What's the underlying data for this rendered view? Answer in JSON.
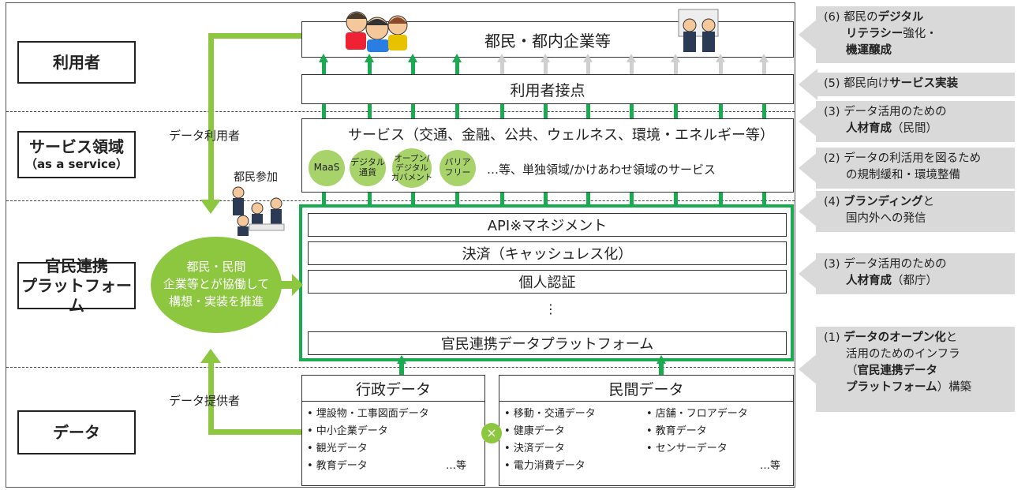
{
  "row_labels": {
    "users": "利用者",
    "service_main": "サービス領域",
    "service_sub": "（as a service）",
    "platform_line1": "官民連携",
    "platform_line2": "プラットフォーム",
    "data": "データ"
  },
  "top": {
    "citizens": "都民・都内企業等",
    "touchpoint": "利用者接点"
  },
  "services": {
    "title": "サービス（交通、金融、公共、ウェルネス、環境・エネルギー等）",
    "circles": [
      "MaaS",
      "デジタル\n通貨",
      "オープン/\nデジタル\nガバメント",
      "バリア\nフリー"
    ],
    "tail": "…等、単独領域/かけあわせ領域のサービス"
  },
  "platform": {
    "layers": [
      "API※マネジメント",
      "決済（キャッシュレス化）",
      "個人認証",
      "⋮",
      "官民連携データプラットフォーム"
    ]
  },
  "left": {
    "data_user": "データ利用者",
    "citizen_participation": "都民参加",
    "data_provider": "データ提供者",
    "ellipse_lines": [
      "都民・民間",
      "企業等とが協働して",
      "構想・実装を推進"
    ]
  },
  "gov_data": {
    "title": "行政データ",
    "items": [
      "• 埋設物・工事図面データ",
      "• 中小企業データ",
      "• 観光データ",
      "• 教育データ"
    ],
    "etc": "…等"
  },
  "private_data": {
    "title": "民間データ",
    "col1": [
      "• 移動・交通データ",
      "• 健康データ",
      "• 決済データ",
      "• 電力消費データ"
    ],
    "col2": [
      "• 店舗・フロアデータ",
      "• 教育データ",
      "• センサーデータ"
    ],
    "etc": "…等",
    "cross": "×"
  },
  "callouts": [
    {
      "num": "(6) ",
      "parts": [
        [
          "都民の",
          false
        ],
        [
          "デジタル",
          true
        ]
      ],
      "lines": [
        [
          [
            "リテラシー",
            true
          ],
          [
            "強化・",
            false
          ]
        ],
        [
          [
            "機運醸成",
            true
          ]
        ]
      ]
    },
    {
      "num": "(5) ",
      "parts": [
        [
          "都民向け",
          false
        ],
        [
          "サービス実装",
          true
        ]
      ],
      "lines": []
    },
    {
      "num": "(3) ",
      "parts": [
        [
          "データ活用のための",
          false
        ]
      ],
      "lines": [
        [
          [
            "人材育成",
            true
          ],
          [
            "（民間）",
            false
          ]
        ]
      ]
    },
    {
      "num": "(2) ",
      "parts": [
        [
          "データの利活用を図るため",
          false
        ]
      ],
      "lines": [
        [
          [
            "の規制緩和・環境整備",
            false
          ]
        ]
      ]
    },
    {
      "num": "(4) ",
      "parts": [
        [
          "ブランディング",
          true
        ],
        [
          "と",
          false
        ]
      ],
      "lines": [
        [
          [
            "国内外への発信",
            false
          ]
        ]
      ]
    },
    {
      "num": "(3) ",
      "parts": [
        [
          "データ活用のための",
          false
        ]
      ],
      "lines": [
        [
          [
            "人材育成",
            true
          ],
          [
            "（都庁）",
            false
          ]
        ]
      ]
    },
    {
      "num": "(1) ",
      "parts": [
        [
          "データのオープン化",
          true
        ],
        [
          "と",
          false
        ]
      ],
      "lines": [
        [
          [
            "活用のためのインフラ",
            false
          ]
        ],
        [
          [
            "（",
            false
          ],
          [
            "官民連携データ",
            true
          ]
        ],
        [
          [
            "プラットフォーム",
            true
          ],
          [
            "）構築",
            false
          ]
        ]
      ]
    }
  ],
  "colors": {
    "accent_green": "#1aaa4f",
    "light_green": "#8dc63f",
    "callout_gray": "#d9d9d9"
  }
}
